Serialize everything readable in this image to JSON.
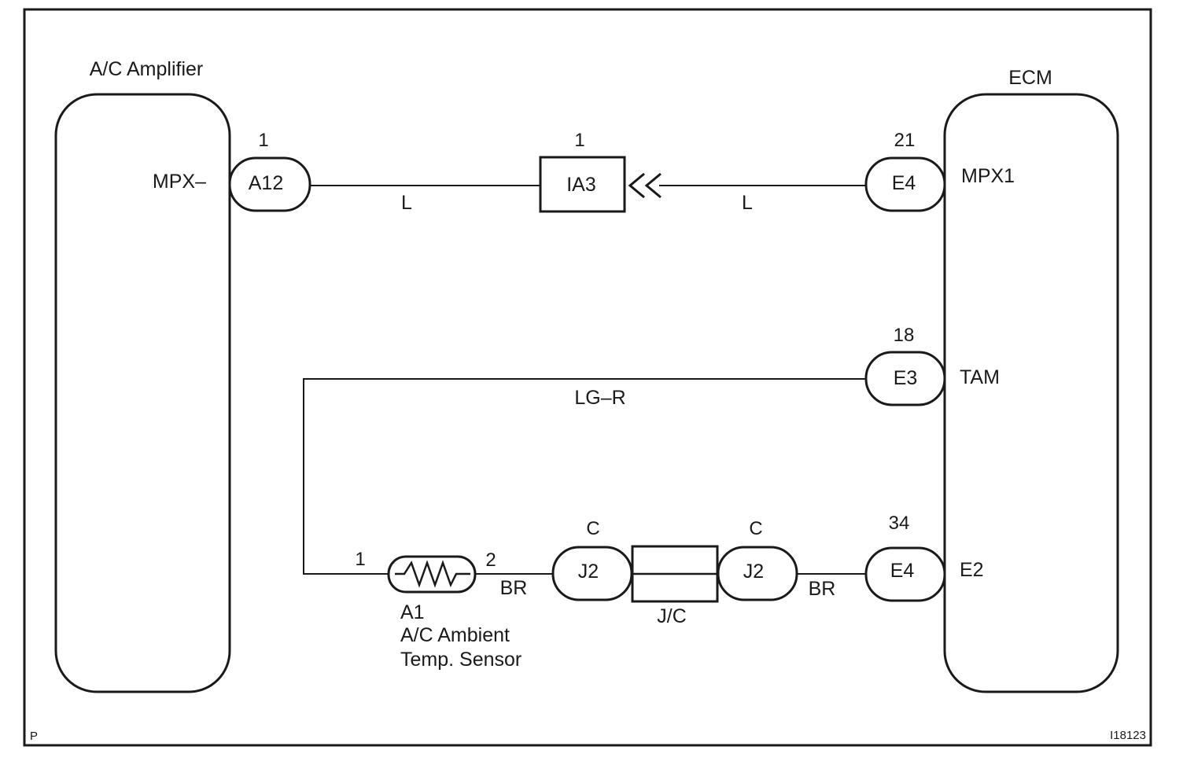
{
  "components": {
    "ac_amplifier": {
      "title": "A/C Amplifier",
      "terminal": "MPX–"
    },
    "ecm": {
      "title": "ECM",
      "terminals": {
        "mpx1": "MPX1",
        "tam": "TAM",
        "e2": "E2"
      }
    }
  },
  "connectors": {
    "a12": {
      "code": "A12",
      "pin": "1"
    },
    "ia3": {
      "code": "IA3",
      "pin": "1"
    },
    "ecm_e4_mpx1": {
      "code": "E4",
      "pin": "21"
    },
    "ecm_e3_tam": {
      "code": "E3",
      "pin": "18"
    },
    "ecm_e4_e2": {
      "code": "E4",
      "pin": "34"
    },
    "jc_j2_left": {
      "code": "J2",
      "pin": "C"
    },
    "jc_j2_right": {
      "code": "J2",
      "pin": "C"
    }
  },
  "sensor": {
    "code": "A1",
    "name_line1": "A/C Ambient",
    "name_line2": "Temp. Sensor",
    "pin_in": "1",
    "pin_out": "2"
  },
  "junction": {
    "label": "J/C"
  },
  "wires": {
    "mpx_left": "L",
    "mpx_right": "L",
    "tam": "LG–R",
    "e2_left": "BR",
    "e2_right": "BR"
  },
  "footer": {
    "left_mark": "P",
    "figure_id": "I18123"
  }
}
